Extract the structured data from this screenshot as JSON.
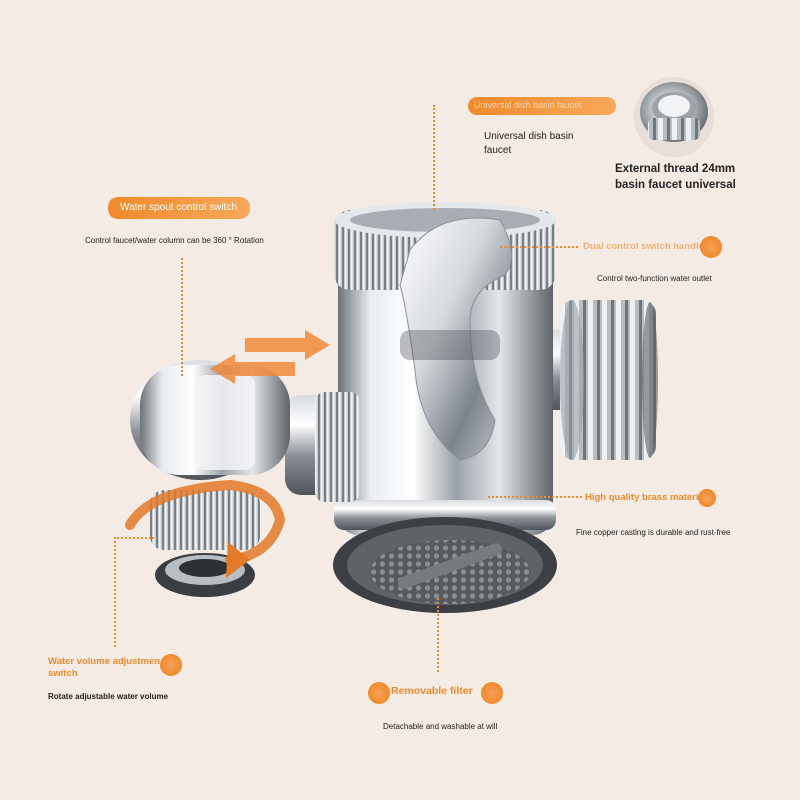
{
  "callouts": {
    "top": {
      "pill_text": "Universal dish basin faucet",
      "title_line1": "Universal dish basin",
      "title_line2": "faucet"
    },
    "thread": {
      "title_line1": "External thread 24mm",
      "title_line2": "basin faucet universal"
    },
    "spout": {
      "pill_text": "Water spout control switch",
      "desc": "Control faucet/water column can be 360 ° Rotation"
    },
    "handle": {
      "label": "Dual control switch handle",
      "desc": "Control two-function water outlet"
    },
    "brass": {
      "label": "High quality brass material",
      "desc": "Fine copper casting is durable and rust-free"
    },
    "volume": {
      "label_line1": "Water volume adjustment",
      "label_line2": "switch",
      "desc": "Rotate adjustable water volume"
    },
    "filter": {
      "label": "Removable filter",
      "desc": "Detachable and washable at will"
    }
  },
  "colors": {
    "accent": "#f08a2c",
    "background": "#f4ebe4",
    "text": "#222222"
  }
}
